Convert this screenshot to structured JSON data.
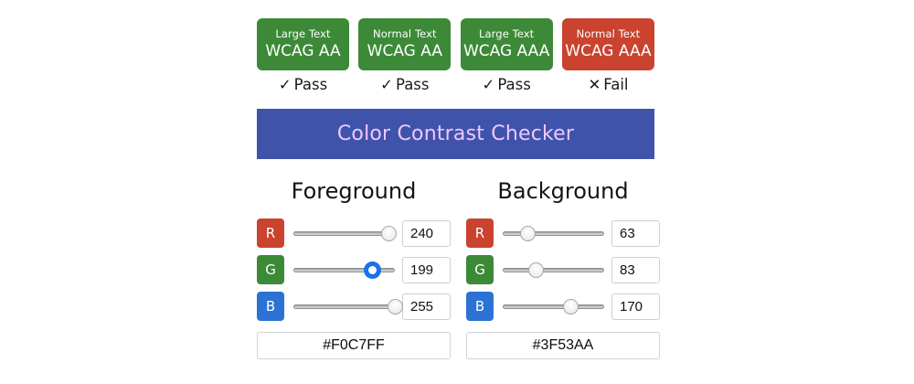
{
  "app": {
    "title": "Color Contrast Checker"
  },
  "preview": {
    "text": "Color Contrast Checker",
    "background_color": "#3F53AA",
    "text_color": "#F0C7FF"
  },
  "wcag": {
    "pass_color": "#3C8A37",
    "fail_color": "#C9432F",
    "pass_mark": "✓",
    "fail_mark": "✕",
    "results": [
      {
        "scope": "Large Text",
        "level": "WCAG AA",
        "status": "Pass",
        "mark": "✓",
        "state": "pass"
      },
      {
        "scope": "Normal Text",
        "level": "WCAG AA",
        "status": "Pass",
        "mark": "✓",
        "state": "pass"
      },
      {
        "scope": "Large Text",
        "level": "WCAG AAA",
        "status": "Pass",
        "mark": "✓",
        "state": "pass"
      },
      {
        "scope": "Normal Text",
        "level": "WCAG AAA",
        "status": "Fail",
        "mark": "✕",
        "state": "fail"
      }
    ]
  },
  "foreground": {
    "title": "Foreground",
    "hex": "#F0C7FF",
    "channels": [
      {
        "label": "R",
        "value": "240",
        "percent": 94.1,
        "swatch_color": "#C9432F",
        "focused": false
      },
      {
        "label": "G",
        "value": "199",
        "percent": 78.0,
        "swatch_color": "#3C8A37",
        "focused": true
      },
      {
        "label": "B",
        "value": "255",
        "percent": 100,
        "swatch_color": "#2C72D4",
        "focused": false
      }
    ]
  },
  "background": {
    "title": "Background",
    "hex": "#3F53AA",
    "channels": [
      {
        "label": "R",
        "value": "63",
        "percent": 24.7,
        "swatch_color": "#C9432F",
        "focused": false
      },
      {
        "label": "G",
        "value": "83",
        "percent": 32.5,
        "swatch_color": "#3C8A37",
        "focused": false
      },
      {
        "label": "B",
        "value": "170",
        "percent": 66.7,
        "swatch_color": "#2C72D4",
        "focused": false
      }
    ]
  }
}
